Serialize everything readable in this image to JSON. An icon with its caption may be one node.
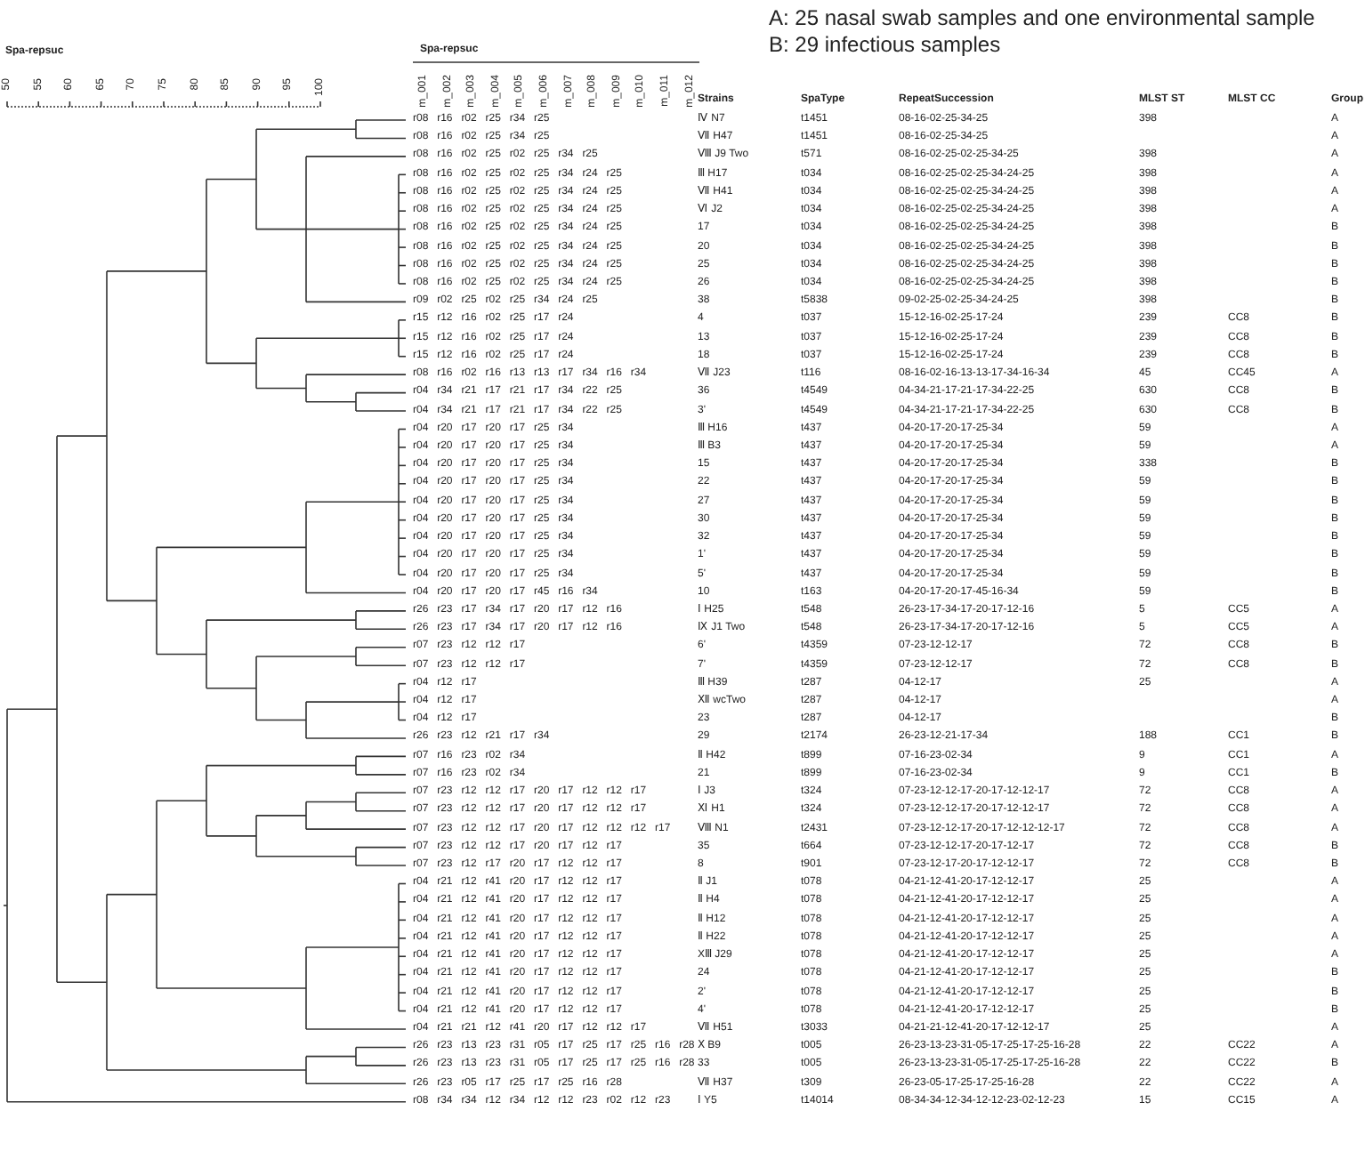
{
  "diagram": {
    "labels": [
      "A: 25 nasal swab samples and one environmental sample",
      "B: 29 infectious samples",
      "Spa-repsuc",
      "Spa-repsuc",
      "50",
      "55",
      "60",
      "65",
      "70",
      "75",
      "80",
      "85",
      "90",
      "95",
      "100",
      "m_001",
      "m_002",
      "m_003",
      "m_004",
      "m_005",
      "m_006",
      "m_007",
      "m_008",
      "m_009",
      "m_010",
      "m_011",
      "m_012",
      "Strains",
      "SpaType",
      "RepeatSuccession",
      "MLST ST",
      "MLST CC",
      "Group",
      "r08",
      "r16",
      "r02",
      "r25",
      "r34",
      "r25",
      "Ⅳ N7",
      "t1451",
      "08-16-02-25-34-25",
      "398",
      "A",
      "r08",
      "r16",
      "r02",
      "r25",
      "r34",
      "r25",
      "Ⅶ H47",
      "t1451",
      "08-16-02-25-34-25",
      "A",
      "r08",
      "r16",
      "r02",
      "r25",
      "r02",
      "r25",
      "r34",
      "r25",
      "Ⅷ J9 Two",
      "t571",
      "08-16-02-25-02-25-34-25",
      "398",
      "A",
      "r08",
      "r16",
      "r02",
      "r25",
      "r02",
      "r25",
      "r34",
      "r24",
      "r25",
      "Ⅲ H17",
      "t034",
      "08-16-02-25-02-25-34-24-25",
      "398",
      "A",
      "r08",
      "r16",
      "r02",
      "r25",
      "r02",
      "r25",
      "r34",
      "r24",
      "r25",
      "Ⅶ H41",
      "t034",
      "08-16-02-25-02-25-34-24-25",
      "398",
      "A",
      "r08",
      "r16",
      "r02",
      "r25",
      "r02",
      "r25",
      "r34",
      "r24",
      "r25",
      "Ⅵ J2",
      "t034",
      "08-16-02-25-02-25-34-24-25",
      "398",
      "A",
      "r08",
      "r16",
      "r02",
      "r25",
      "r02",
      "r25",
      "r34",
      "r24",
      "r25",
      "17",
      "t034",
      "08-16-02-25-02-25-34-24-25",
      "398",
      "B",
      "r08",
      "r16",
      "r02",
      "r25",
      "r02",
      "r25",
      "r34",
      "r24",
      "r25",
      "20",
      "t034",
      "08-16-02-25-02-25-34-24-25",
      "398",
      "B",
      "r08",
      "r16",
      "r02",
      "r25",
      "r02",
      "r25",
      "r34",
      "r24",
      "r25",
      "25",
      "t034",
      "08-16-02-25-02-25-34-24-25",
      "398",
      "B",
      "r08",
      "r16",
      "r02",
      "r25",
      "r02",
      "r25",
      "r34",
      "r24",
      "r25",
      "26",
      "t034",
      "08-16-02-25-02-25-34-24-25",
      "398",
      "B",
      "r09",
      "r02",
      "r25",
      "r02",
      "r25",
      "r34",
      "r24",
      "r25",
      "38",
      "t5838",
      "09-02-25-02-25-34-24-25",
      "398",
      "B",
      "r15",
      "r12",
      "r16",
      "r02",
      "r25",
      "r17",
      "r24",
      "4",
      "t037",
      "15-12-16-02-25-17-24",
      "239",
      "CC8",
      "B",
      "r15",
      "r12",
      "r16",
      "r02",
      "r25",
      "r17",
      "r24",
      "13",
      "t037",
      "15-12-16-02-25-17-24",
      "239",
      "CC8",
      "B",
      "r15",
      "r12",
      "r16",
      "r02",
      "r25",
      "r17",
      "r24",
      "18",
      "t037",
      "15-12-16-02-25-17-24",
      "239",
      "CC8",
      "B",
      "r08",
      "r16",
      "r02",
      "r16",
      "r13",
      "r13",
      "r17",
      "r34",
      "r16",
      "r34",
      "Ⅶ J23",
      "t116",
      "08-16-02-16-13-13-17-34-16-34",
      "45",
      "CC45",
      "A",
      "r04",
      "r34",
      "r21",
      "r17",
      "r21",
      "r17",
      "r34",
      "r22",
      "r25",
      "36",
      "t4549",
      "04-34-21-17-21-17-34-22-25",
      "630",
      "CC8",
      "B",
      "r04",
      "r34",
      "r21",
      "r17",
      "r21",
      "r17",
      "r34",
      "r22",
      "r25",
      "3'",
      "t4549",
      "04-34-21-17-21-17-34-22-25",
      "630",
      "CC8",
      "B",
      "r04",
      "r20",
      "r17",
      "r20",
      "r17",
      "r25",
      "r34",
      "Ⅲ H16",
      "t437",
      "04-20-17-20-17-25-34",
      "59",
      "A",
      "r04",
      "r20",
      "r17",
      "r20",
      "r17",
      "r25",
      "r34",
      "Ⅲ B3",
      "t437",
      "04-20-17-20-17-25-34",
      "59",
      "A",
      "r04",
      "r20",
      "r17",
      "r20",
      "r17",
      "r25",
      "r34",
      "15",
      "t437",
      "04-20-17-20-17-25-34",
      "338",
      "B",
      "r04",
      "r20",
      "r17",
      "r20",
      "r17",
      "r25",
      "r34",
      "22",
      "t437",
      "04-20-17-20-17-25-34",
      "59",
      "B",
      "r04",
      "r20",
      "r17",
      "r20",
      "r17",
      "r25",
      "r34",
      "27",
      "t437",
      "04-20-17-20-17-25-34",
      "59",
      "B",
      "r04",
      "r20",
      "r17",
      "r20",
      "r17",
      "r25",
      "r34",
      "30",
      "t437",
      "04-20-17-20-17-25-34",
      "59",
      "B",
      "r04",
      "r20",
      "r17",
      "r20",
      "r17",
      "r25",
      "r34",
      "32",
      "t437",
      "04-20-17-20-17-25-34",
      "59",
      "B",
      "r04",
      "r20",
      "r17",
      "r20",
      "r17",
      "r25",
      "r34",
      "1'",
      "t437",
      "04-20-17-20-17-25-34",
      "59",
      "B",
      "r04",
      "r20",
      "r17",
      "r20",
      "r17",
      "r25",
      "r34",
      "5'",
      "t437",
      "04-20-17-20-17-25-34",
      "59",
      "B",
      "r04",
      "r20",
      "r17",
      "r20",
      "r17",
      "r45",
      "r16",
      "r34",
      "10",
      "t163",
      "04-20-17-20-17-45-16-34",
      "59",
      "B",
      "r26",
      "r23",
      "r17",
      "r34",
      "r17",
      "r20",
      "r17",
      "r12",
      "r16",
      "Ⅰ H25",
      "t548",
      "26-23-17-34-17-20-17-12-16",
      "5",
      "CC5",
      "A",
      "r26",
      "r23",
      "r17",
      "r34",
      "r17",
      "r20",
      "r17",
      "r12",
      "r16",
      "Ⅸ J1 Two",
      "t548",
      "26-23-17-34-17-20-17-12-16",
      "5",
      "CC5",
      "A",
      "r07",
      "r23",
      "r12",
      "r12",
      "r17",
      "6'",
      "t4359",
      "07-23-12-12-17",
      "72",
      "CC8",
      "B",
      "r07",
      "r23",
      "r12",
      "r12",
      "r17",
      "7'",
      "t4359",
      "07-23-12-12-17",
      "72",
      "CC8",
      "B",
      "r04",
      "r12",
      "r17",
      "Ⅲ H39",
      "t287",
      "04-12-17",
      "25",
      "A",
      "r04",
      "r12",
      "r17",
      "Ⅻ wcTwo",
      "t287",
      "04-12-17",
      "A",
      "r04",
      "r12",
      "r17",
      "23",
      "t287",
      "04-12-17",
      "B",
      "r26",
      "r23",
      "r12",
      "r21",
      "r17",
      "r34",
      "29",
      "t2174",
      "26-23-12-21-17-34",
      "188",
      "CC1",
      "B",
      "r07",
      "r16",
      "r23",
      "r02",
      "r34",
      "Ⅱ H42",
      "t899",
      "07-16-23-02-34",
      "9",
      "CC1",
      "A",
      "r07",
      "r16",
      "r23",
      "r02",
      "r34",
      "21",
      "t899",
      "07-16-23-02-34",
      "9",
      "CC1",
      "B",
      "r07",
      "r23",
      "r12",
      "r12",
      "r17",
      "r20",
      "r17",
      "r12",
      "r12",
      "r17",
      "Ⅰ J3",
      "t324",
      "07-23-12-12-17-20-17-12-12-17",
      "72",
      "CC8",
      "A",
      "r07",
      "r23",
      "r12",
      "r12",
      "r17",
      "r20",
      "r17",
      "r12",
      "r12",
      "r17",
      "Ⅺ H1",
      "t324",
      "07-23-12-12-17-20-17-12-12-17",
      "72",
      "CC8",
      "A",
      "r07",
      "r23",
      "r12",
      "r12",
      "r17",
      "r20",
      "r17",
      "r12",
      "r12",
      "r12",
      "r17",
      "Ⅷ N1",
      "t2431",
      "07-23-12-12-17-20-17-12-12-12-17",
      "72",
      "CC8",
      "A",
      "r07",
      "r23",
      "r12",
      "r12",
      "r17",
      "r20",
      "r17",
      "r12",
      "r17",
      "35",
      "t664",
      "07-23-12-12-17-20-17-12-17",
      "72",
      "CC8",
      "B",
      "r07",
      "r23",
      "r12",
      "r17",
      "r20",
      "r17",
      "r12",
      "r12",
      "r17",
      "8",
      "t901",
      "07-23-12-17-20-17-12-12-17",
      "72",
      "CC8",
      "B",
      "r04",
      "r21",
      "r12",
      "r41",
      "r20",
      "r17",
      "r12",
      "r12",
      "r17",
      "Ⅱ J1",
      "t078",
      "04-21-12-41-20-17-12-12-17",
      "25",
      "A",
      "r04",
      "r21",
      "r12",
      "r41",
      "r20",
      "r17",
      "r12",
      "r12",
      "r17",
      "Ⅱ H4",
      "t078",
      "04-21-12-41-20-17-12-12-17",
      "25",
      "A",
      "r04",
      "r21",
      "r12",
      "r41",
      "r20",
      "r17",
      "r12",
      "r12",
      "r17",
      "Ⅱ H12",
      "t078",
      "04-21-12-41-20-17-12-12-17",
      "25",
      "A",
      "r04",
      "r21",
      "r12",
      "r41",
      "r20",
      "r17",
      "r12",
      "r12",
      "r17",
      "Ⅱ H22",
      "t078",
      "04-21-12-41-20-17-12-12-17",
      "25",
      "A",
      "r04",
      "r21",
      "r12",
      "r41",
      "r20",
      "r17",
      "r12",
      "r12",
      "r17",
      "XⅢ J29",
      "t078",
      "04-21-12-41-20-17-12-12-17",
      "25",
      "A",
      "r04",
      "r21",
      "r12",
      "r41",
      "r20",
      "r17",
      "r12",
      "r12",
      "r17",
      "24",
      "t078",
      "04-21-12-41-20-17-12-12-17",
      "25",
      "B",
      "r04",
      "r21",
      "r12",
      "r41",
      "r20",
      "r17",
      "r12",
      "r12",
      "r17",
      "2'",
      "t078",
      "04-21-12-41-20-17-12-12-17",
      "25",
      "B",
      "r04",
      "r21",
      "r12",
      "r41",
      "r20",
      "r17",
      "r12",
      "r12",
      "r17",
      "4'",
      "t078",
      "04-21-12-41-20-17-12-12-17",
      "25",
      "B",
      "r04",
      "r21",
      "r21",
      "r12",
      "r41",
      "r20",
      "r17",
      "r12",
      "r12",
      "r17",
      "Ⅶ H51",
      "t3033",
      "04-21-21-12-41-20-17-12-12-17",
      "25",
      "A",
      "r26",
      "r23",
      "r13",
      "r23",
      "r31",
      "r05",
      "r17",
      "r25",
      "r17",
      "r25",
      "r16",
      "r28",
      "Ⅹ B9",
      "t005",
      "26-23-13-23-31-05-17-25-17-25-16-28",
      "22",
      "CC22",
      "A",
      "r26",
      "r23",
      "r13",
      "r23",
      "r31",
      "r05",
      "r17",
      "r25",
      "r17",
      "r25",
      "r16",
      "r28",
      "33",
      "t005",
      "26-23-13-23-31-05-17-25-17-25-16-28",
      "22",
      "CC22",
      "B",
      "r26",
      "r23",
      "r05",
      "r17",
      "r25",
      "r17",
      "r25",
      "r16",
      "r28",
      "Ⅶ H37",
      "t309",
      "26-23-05-17-25-17-25-16-28",
      "22",
      "CC22",
      "A",
      "r08",
      "r34",
      "r34",
      "r12",
      "r34",
      "r12",
      "r12",
      "r23",
      "r02",
      "r12",
      "r23",
      "Ⅰ Y5",
      "t14014",
      "08-34-34-12-34-12-12-23-02-12-23",
      "15",
      "CC15",
      "A"
    ]
  }
}
